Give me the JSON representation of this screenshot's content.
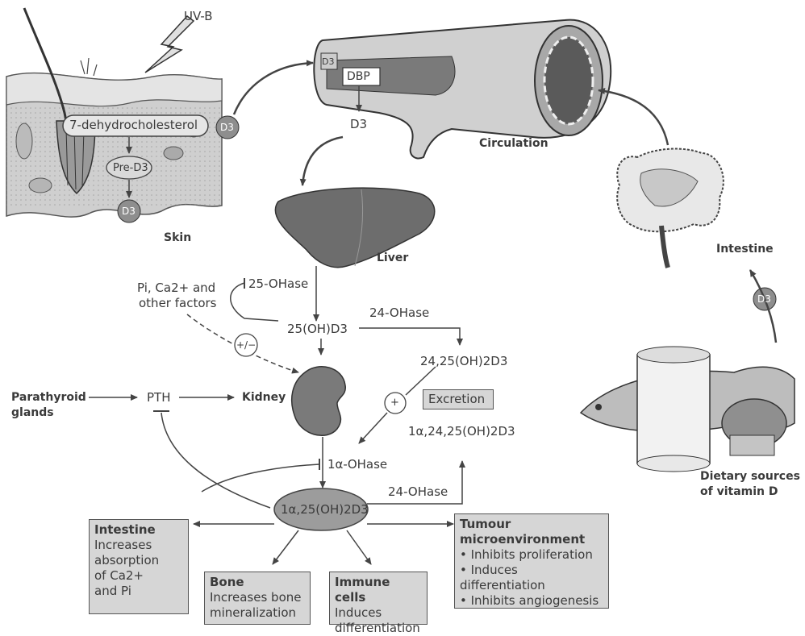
{
  "skin": {
    "uvb": "UV-B",
    "precursor": "7-dehydrocholesterol",
    "pre_d3": "Pre-D3",
    "d3": "D3",
    "label": "Skin"
  },
  "circulation": {
    "d3": "D3",
    "dbp": "DBP",
    "d3_out": "D3",
    "label": "Circulation"
  },
  "liver": {
    "label": "Liver",
    "enzyme": "25-OHase",
    "product": "25(OH)D3"
  },
  "regulators": {
    "factors_line1": "Pi, Ca2+ and",
    "factors_line2": "other factors",
    "plus_minus": "+/−",
    "plus": "+"
  },
  "kidney_pathway": {
    "parathyroid_line1": "Parathyroid",
    "parathyroid_line2": "glands",
    "pth": "PTH",
    "kidney": "Kidney",
    "enzyme_1a": "1α-OHase",
    "active_form": "1α,25(OH)2D3",
    "enzyme_24_top": "24-OHase",
    "enzyme_24_bottom": "24-OHase",
    "inactive_1": "24,25(OH)2D3",
    "excretion": "Excretion",
    "inactive_2": "1α,24,25(OH)2D3"
  },
  "intestine": {
    "label": "Intestine",
    "d3": "D3"
  },
  "diet": {
    "line1": "Dietary sources",
    "line2": "of vitamin D"
  },
  "effects": {
    "intestine": {
      "title": "Intestine",
      "lines": [
        "Increases",
        "absorption",
        "of Ca2+",
        "and Pi"
      ]
    },
    "bone": {
      "title": "Bone",
      "lines": [
        "Increases bone",
        "mineralization"
      ]
    },
    "immune": {
      "title": "Immune cells",
      "lines": [
        "Induces",
        "differentiation"
      ]
    },
    "tumour": {
      "title_line1": "Tumour",
      "title_line2": "microenvironment",
      "lines": [
        "• Inhibits proliferation",
        "• Induces differentiation",
        "• Inhibits angiogenesis"
      ]
    }
  }
}
